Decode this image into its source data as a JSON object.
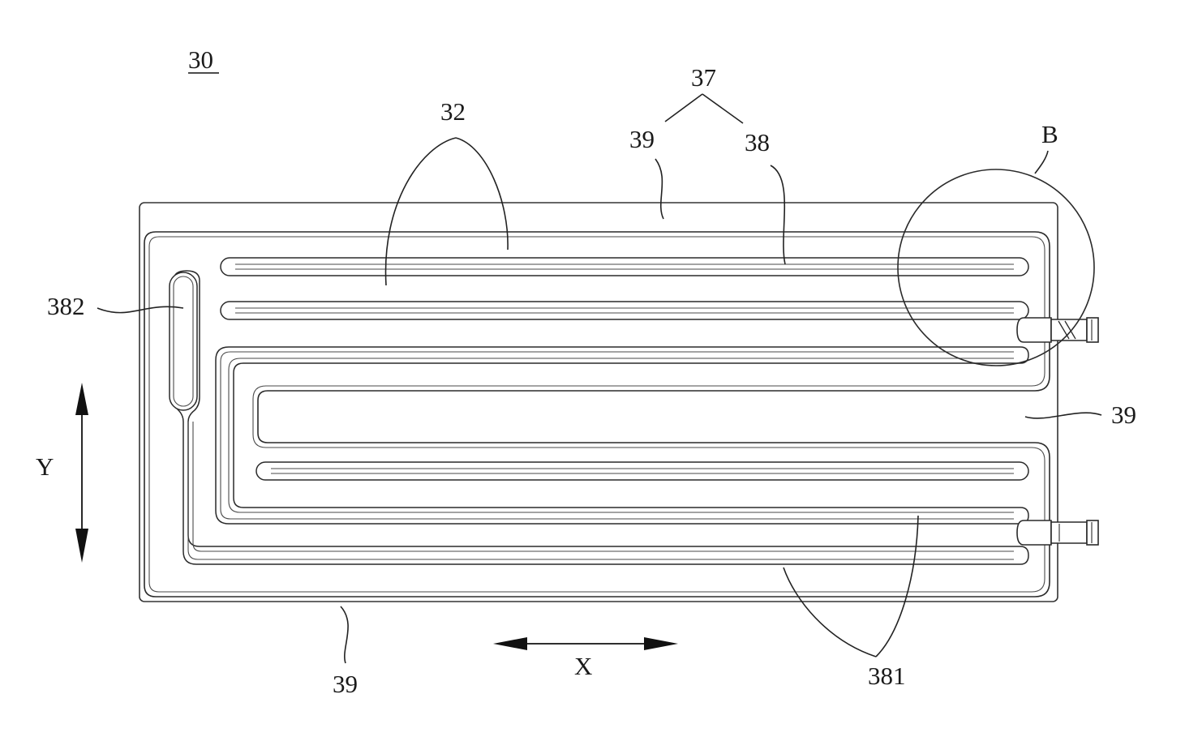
{
  "figure": {
    "ref_main": "30",
    "labels": {
      "l37": "37",
      "l32": "32",
      "l39_top": "39",
      "l38": "38",
      "lB": "B",
      "l382": "382",
      "l39_right": "39",
      "lY": "Y",
      "l39_bottom": "39",
      "lX": "X",
      "l381": "381"
    }
  },
  "colors": {
    "line": "#2a2a2a",
    "background": "#ffffff"
  }
}
